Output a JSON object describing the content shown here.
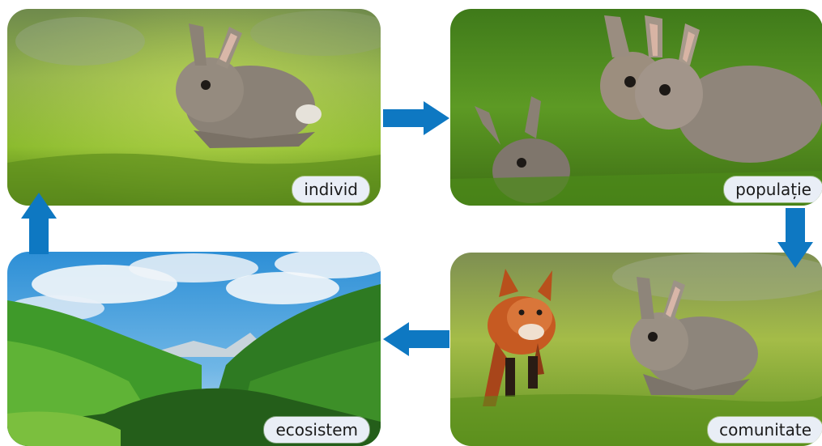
{
  "colors": {
    "arrow": "#0e78c2",
    "label_bg": "#e9eef6"
  },
  "panels": [
    {
      "id": "individ",
      "label": "individ"
    },
    {
      "id": "populatie",
      "label": "populație"
    },
    {
      "id": "comunitate",
      "label": "comunitate"
    },
    {
      "id": "ecosistem",
      "label": "ecosistem"
    }
  ],
  "flow": [
    "individ",
    "populație",
    "comunitate",
    "ecosistem",
    "individ"
  ],
  "icons": {
    "rabbit": "rabbit-photo",
    "rabbits": "rabbits-group-photo",
    "fox_rabbit": "fox-and-rabbit-photo",
    "landscape": "mountain-valley-photo"
  }
}
